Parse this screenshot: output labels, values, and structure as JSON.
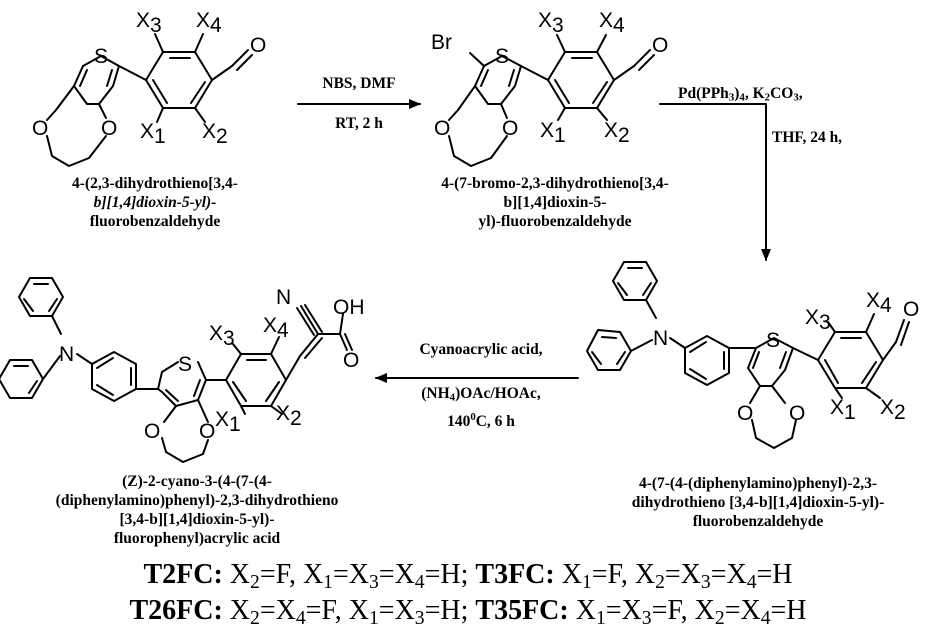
{
  "compounds": {
    "c1": {
      "name_lines": [
        "4-(2,3-dihydrothieno[3,4-",
        "b][1,4]dioxin-5-yl)-",
        "fluorobenzaldehyde"
      ],
      "atoms": {
        "s": "S",
        "o_top": "O",
        "o_bot": "O",
        "o_ald": "O",
        "x1": "X",
        "x1n": "1",
        "x2": "X",
        "x2n": "2",
        "x3": "X",
        "x3n": "3",
        "x4": "X",
        "x4n": "4"
      }
    },
    "c2": {
      "name_lines": [
        "4-(7-bromo-2,3-dihydrothieno[3,4-",
        "b][1,4]dioxin-5-",
        "yl)-fluorobenzaldehyde"
      ],
      "atoms": {
        "br": "Br",
        "s": "S",
        "o_top": "O",
        "o_bot": "O",
        "o_ald": "O",
        "x1": "X",
        "x1n": "1",
        "x2": "X",
        "x2n": "2",
        "x3": "X",
        "x3n": "3",
        "x4": "X",
        "x4n": "4"
      }
    },
    "c3": {
      "name_lines": [
        "4-(7-(4-(diphenylamino)phenyl)-2,3-",
        "dihydrothieno [3,4-b][1,4]dioxin-5-yl)-",
        "fluorobenzaldehyde"
      ],
      "atoms": {
        "n": "N",
        "s": "S",
        "o_top": "O",
        "o_bot": "O",
        "o_ald": "O",
        "x1": "X",
        "x1n": "1",
        "x2": "X",
        "x2n": "2",
        "x3": "X",
        "x3n": "3",
        "x4": "X",
        "x4n": "4"
      }
    },
    "c4": {
      "name_lines": [
        "(Z)-2-cyano-3-(4-(7-(4-",
        "(diphenylamino)phenyl)-2,3-dihydrothieno",
        "[3,4-b][1,4]dioxin-5-yl)-",
        "fluorophenyl)acrylic acid"
      ],
      "atoms": {
        "n": "N",
        "s": "S",
        "o_top": "O",
        "o_bot": "O",
        "n_cn": "N",
        "oh": "OH",
        "o_acid": "O",
        "x1": "X",
        "x1n": "1",
        "x2": "X",
        "x2n": "2",
        "x3": "X",
        "x3n": "3",
        "x4": "X",
        "x4n": "4"
      }
    }
  },
  "steps": {
    "step1": {
      "above": "NBS, DMF",
      "below": "RT, 2 h"
    },
    "step2": {
      "line1_a": "Pd(PPh",
      "line1_sub": "3",
      "line1_b": ")",
      "line1_sub2": "4",
      "line1_c": ", K",
      "line1_sub3": "2",
      "line1_d": "CO",
      "line1_sub4": "3",
      "line1_e": ",",
      "line2": "THF, 24 h,"
    },
    "step3": {
      "line1": "Cyanoacrylic acid,",
      "line2_a": "(NH",
      "line2_sub": "4",
      "line2_b": ")OAc/HOAc,",
      "line3_a": "140",
      "line3_sup": "0",
      "line3_b": "C, 6 h"
    }
  },
  "legend": {
    "row1": {
      "a_name": "T2FC:",
      "a_text": [
        " X",
        "2",
        "=F, X",
        "1",
        "=X",
        "3",
        "=X",
        "4",
        "=H; "
      ],
      "b_name": "T3FC:",
      "b_text": [
        " X",
        "1",
        "=F, X",
        "2",
        "=X",
        "3",
        "=X",
        "4",
        "=H"
      ]
    },
    "row2": {
      "a_name": "T26FC:",
      "a_text": [
        " X",
        "2",
        "=X",
        "4",
        "=F, X",
        "1",
        "=X",
        "3",
        "=H; "
      ],
      "b_name": "T35FC:",
      "b_text": [
        " X",
        "1",
        "=X",
        "3",
        "=F, X",
        "2",
        "=X",
        "4",
        "=H"
      ]
    }
  },
  "colors": {
    "ink": "#000000",
    "background": "#ffffff"
  }
}
